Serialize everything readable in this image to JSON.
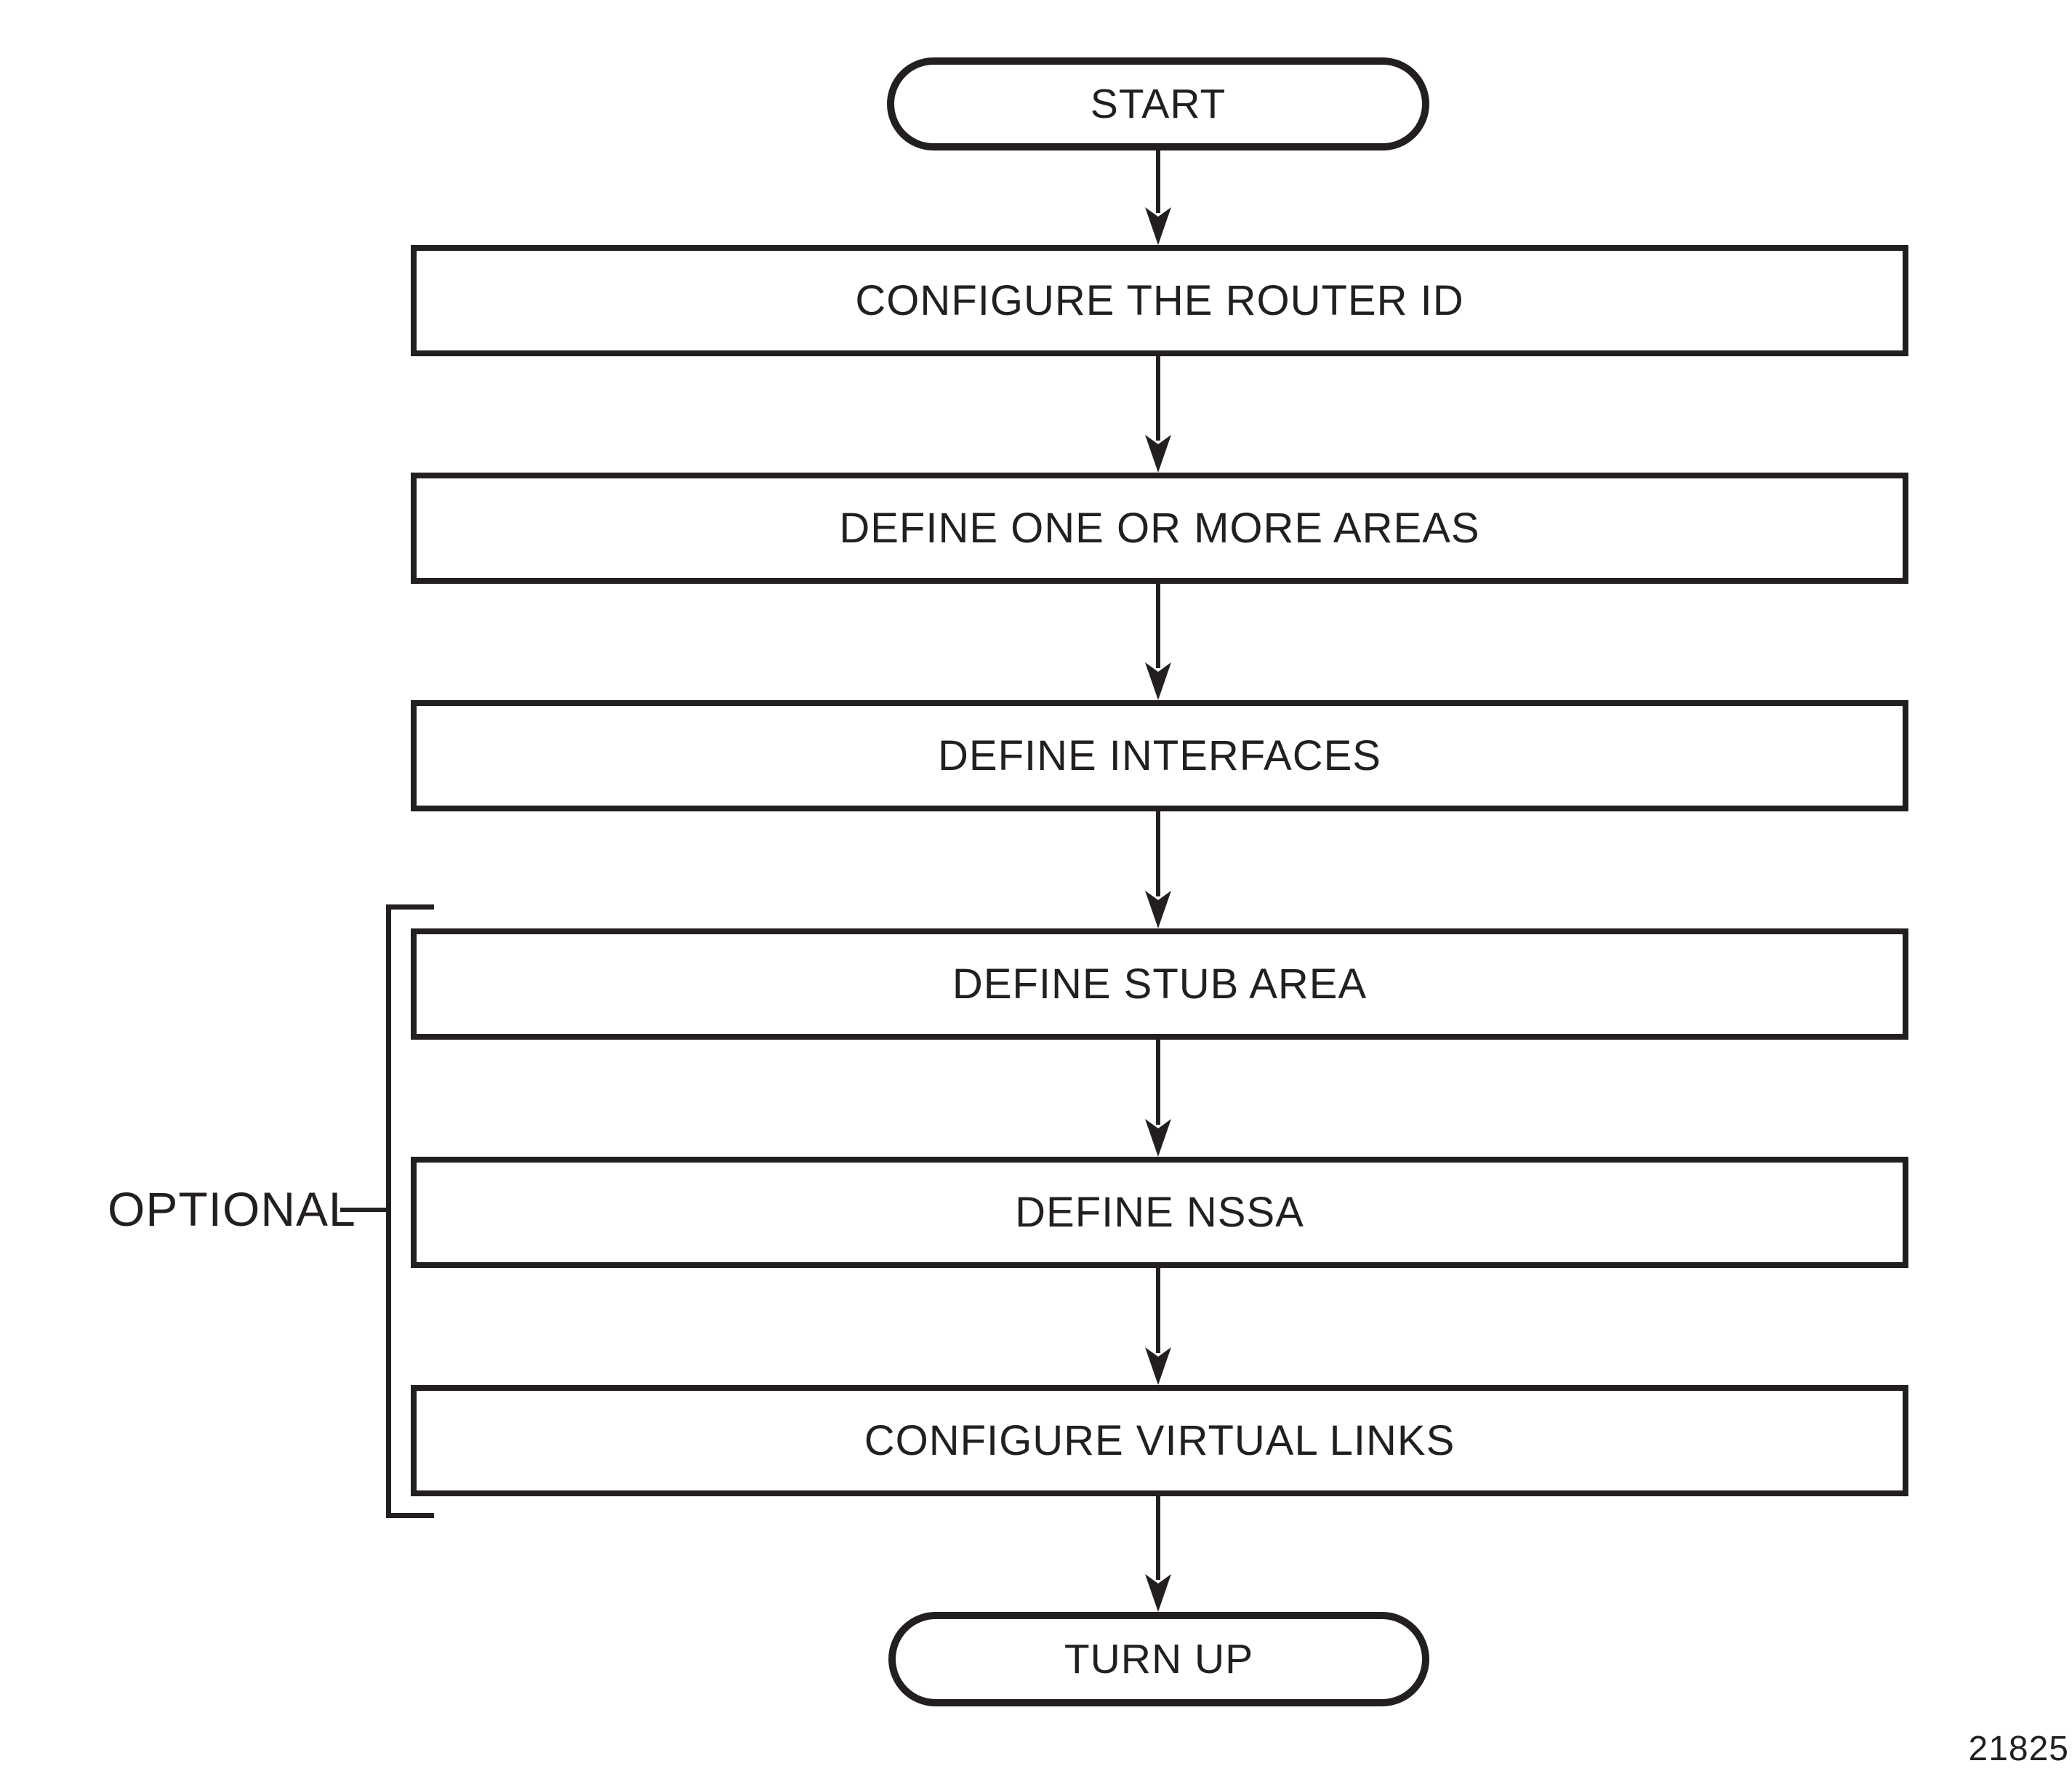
{
  "diagram": {
    "title_hint": "OSPF configuration flowchart",
    "start": {
      "label": "START"
    },
    "steps": [
      {
        "label": "CONFIGURE THE ROUTER ID",
        "optional": false
      },
      {
        "label": "DEFINE ONE OR MORE AREAS",
        "optional": false
      },
      {
        "label": "DEFINE INTERFACES",
        "optional": false
      },
      {
        "label": "DEFINE STUB AREA",
        "optional": true
      },
      {
        "label": "DEFINE NSSA",
        "optional": true
      },
      {
        "label": "CONFIGURE VIRTUAL LINKS",
        "optional": true
      }
    ],
    "end": {
      "label": "TURN UP"
    },
    "optional_group": {
      "label": "OPTIONAL",
      "covers_steps": [
        3,
        4,
        5
      ]
    },
    "figure_number": "21825",
    "colors": {
      "ink": "#231f20",
      "background": "#ffffff"
    }
  }
}
